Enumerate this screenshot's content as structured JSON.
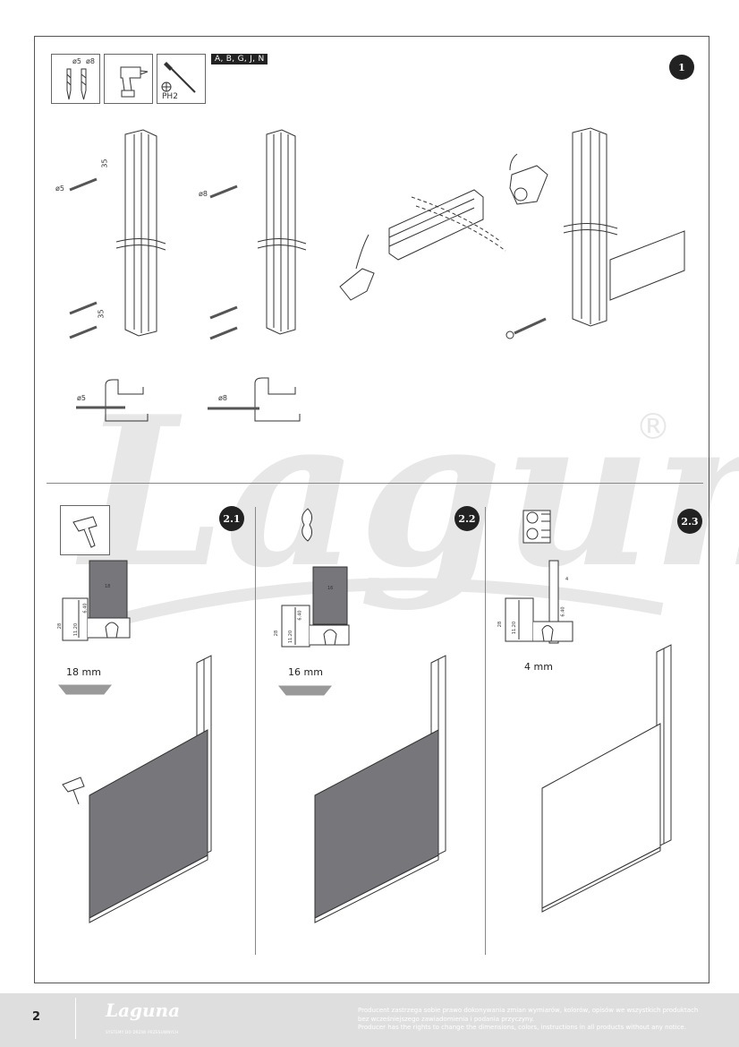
{
  "page": {
    "number": "2"
  },
  "watermark": {
    "brand": "Laguna",
    "registered": "®"
  },
  "step1": {
    "badge": "1",
    "parts_tag": "A, B, G, J, N",
    "tools": {
      "drill_bit_small": "ø5",
      "drill_bit_large": "ø8",
      "screwdriver_bit": "PH2"
    },
    "dim_top": "35",
    "dim_bottom": "35",
    "anchor_small": "ø5",
    "anchor_large": "ø8"
  },
  "step2_1": {
    "badge": "2.1",
    "panel_thickness": "18 mm",
    "dim_width": "18",
    "dim_height": "28",
    "dim_inner": "11.20",
    "dim_offset": "6.40"
  },
  "step2_2": {
    "badge": "2.2",
    "panel_thickness": "16 mm",
    "dim_width": "16",
    "dim_height": "28",
    "dim_inner": "11.20",
    "dim_offset": "6.40"
  },
  "step2_3": {
    "badge": "2.3",
    "panel_thickness": "4 mm",
    "dim_width": "4",
    "dim_height": "28",
    "dim_inner": "11.20",
    "dim_offset": "6.40"
  },
  "footer": {
    "logo": "Laguna",
    "logo_tagline": "SYSTEMY DO DRZWI PRZESUWNYCH",
    "disclaimer_pl_1": "Producent zastrzega sobie prawo dokonywania zmian wymiarów, kolorów, opisów we wszystkich produktach",
    "disclaimer_pl_2": "bez wcześniejszego zawiadomienia i podania przyczyny.",
    "disclaimer_en": "Producer has the rights to change the dimensions, colors, instructions in all products without any notice."
  },
  "colors": {
    "panel_dark": "#77767b",
    "panel_light": "#ffffff",
    "badge": "#222222",
    "footer_bg": "#dedede"
  }
}
